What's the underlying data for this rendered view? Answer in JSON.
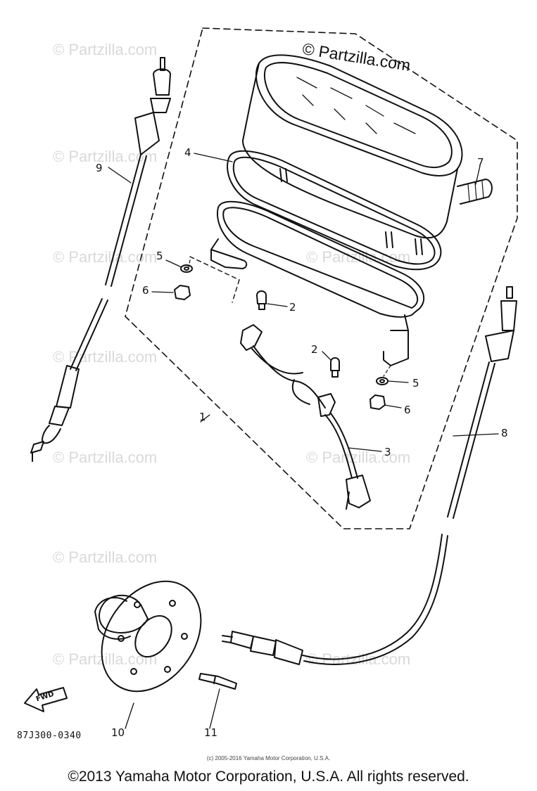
{
  "brand_watermark": "© Partzilla.com",
  "faint_watermarks": [
    "© Partzilla.com",
    "© Partzilla.com",
    "© Partzilla.com",
    "© Partzilla.com",
    "© Partzilla.com",
    "© Partzilla.com",
    "© Partzilla.com",
    "© Partzilla.com",
    "© Partzilla.com",
    "© Partzilla.com"
  ],
  "callouts": {
    "c1": "1",
    "c2a": "2",
    "c2b": "2",
    "c3": "3",
    "c4": "4",
    "c5a": "5",
    "c5b": "5",
    "c6a": "6",
    "c6b": "6",
    "c7": "7",
    "c8": "8",
    "c9": "9",
    "c10": "10",
    "c11": "11"
  },
  "fwd_label": "FWD",
  "diagram_code": "87J300-0340",
  "small_copyright": "(c) 2005-2016 Yamaha Motor Corporation, U.S.A.",
  "footer_copyright": "©2013 Yamaha Motor Corporation, U.S.A. All rights reserved.",
  "colors": {
    "ink": "#111111",
    "watermark": "#d9d9d9",
    "background": "#ffffff"
  }
}
